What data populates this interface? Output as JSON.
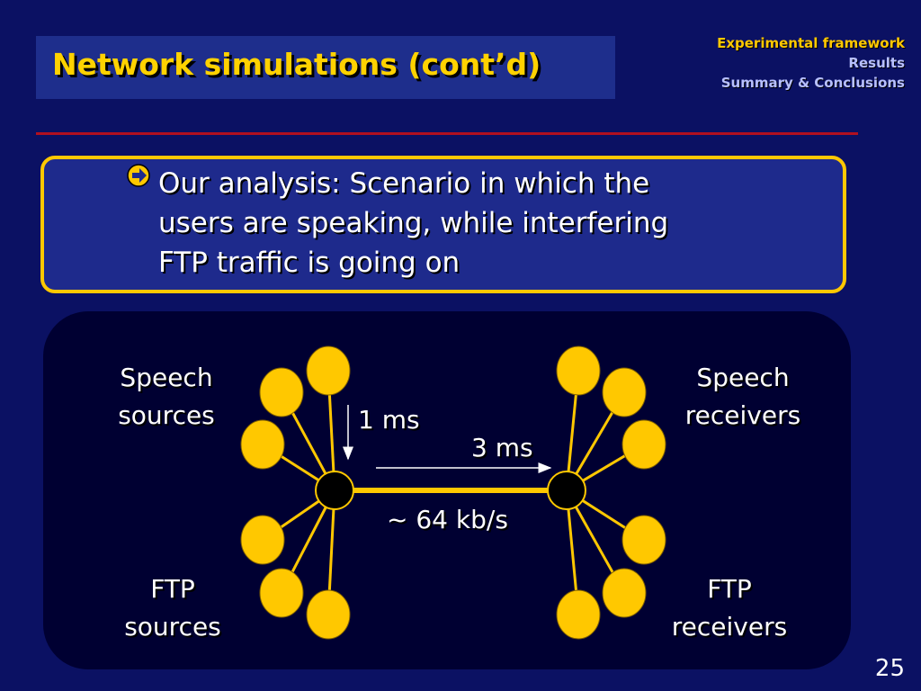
{
  "slide": {
    "title": "Network simulations (cont’d)",
    "page_number": "25"
  },
  "nav": {
    "items": [
      {
        "label": "Experimental framework",
        "state": "current"
      },
      {
        "label": "Results",
        "state": "other"
      },
      {
        "label": "Summary & Conclusions",
        "state": "other"
      }
    ]
  },
  "callout": {
    "bullet_icon": "arrow-bullet-icon",
    "lines": [
      "Our analysis: Scenario in which the",
      "users are speaking, while interfering",
      "FTP traffic is going on"
    ]
  },
  "diagram": {
    "speech_sources": [
      "Speech",
      "sources"
    ],
    "ftp_sources": [
      "FTP",
      "sources"
    ],
    "speech_receivers": [
      "Speech",
      "receivers"
    ],
    "ftp_receivers": [
      "FTP",
      "receivers"
    ],
    "access_delay": "1 ms",
    "link_delay": "3 ms",
    "link_rate": "~ 64 kb/s"
  },
  "colors": {
    "background": "#0b1163",
    "accent_yellow": "#ffc800",
    "divider_red": "#b01020",
    "panel": "#000032"
  }
}
